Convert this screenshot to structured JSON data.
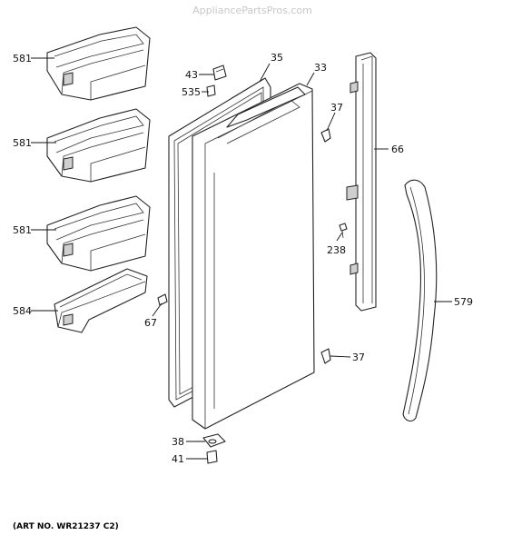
{
  "watermark": "AppliancePartsPros.com",
  "art_number": "(ART NO. WR21237 C2)",
  "callouts": {
    "bin_top": "581",
    "bin_mid": "581",
    "bin_low": "581",
    "bin_small": "584",
    "gasket": "35",
    "door": "33",
    "hinge_cap": "43",
    "bushing_top": "535",
    "clip_top": "37",
    "trim_strip": "66",
    "screw": "238",
    "clip_bottom": "37",
    "handle": "579",
    "small_clip": "67",
    "hinge_bottom": "38",
    "bushing_bottom": "41"
  }
}
